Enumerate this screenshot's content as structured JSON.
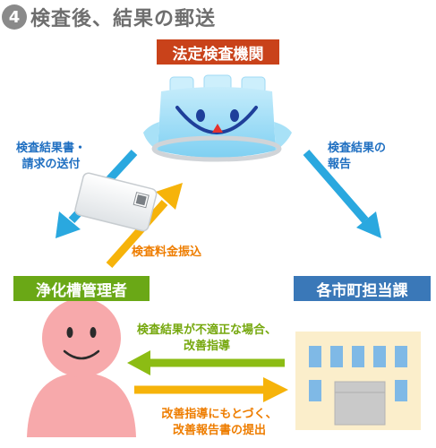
{
  "header": {
    "step_number": "4",
    "title": "検査後、結果の郵送"
  },
  "labels": {
    "inspection_agency": "法定検査機関",
    "septic_tank_manager": "浄化槽管理者",
    "municipal_office": "各市町担当課"
  },
  "flows": {
    "results_and_invoice": {
      "line1": "検査結果書・",
      "line2": "請求の送付"
    },
    "results_report": {
      "line1": "検査結果の",
      "line2": "報告"
    },
    "fee_payment": "検査料金振込",
    "improper_guidance": {
      "line1": "検査結果が不適正な場合、",
      "line2": "改善指導"
    },
    "improvement_report": {
      "line1": "改善指導にもとづく、",
      "line2": "改善報告書の提出"
    }
  },
  "colors": {
    "blue_arrow": "#2aa8df",
    "orange_arrow": "#f6b30a",
    "green_arrow": "#8cbc14",
    "red_box": "#c9421a",
    "green_box": "#6aa816",
    "blue_box": "#3a78b8"
  }
}
